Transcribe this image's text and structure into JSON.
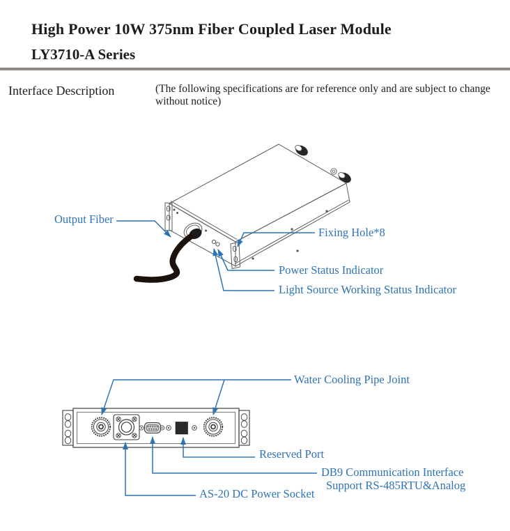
{
  "header": {
    "title_line1": "High Power 10W 375nm Fiber Coupled Laser Module",
    "title_line2": "LY3710-A Series"
  },
  "section": {
    "heading": "Interface Description",
    "note_lines": [
      "(The following specifications are for reference only and are subject to change",
      "without notice)"
    ]
  },
  "colors": {
    "accent_blue": "#2e74b5",
    "rule_gray": "#8f8a84",
    "drawing_line": "#5a5a5a"
  },
  "top_diagram": {
    "labels": {
      "output_fiber": "Output Fiber",
      "fixing_hole": "Fixing Hole*8",
      "power_status": "Power Status Indicator",
      "light_source": "Light Source Working Status Indicator"
    }
  },
  "bottom_diagram": {
    "labels": {
      "water_cooling": "Water Cooling Pipe Joint",
      "reserved_port": "Reserved Port",
      "db9_line1": "DB9 Communication Interface",
      "db9_line2": "Support RS-485RTU&Analog",
      "as20": "AS-20 DC Power Socket"
    }
  }
}
